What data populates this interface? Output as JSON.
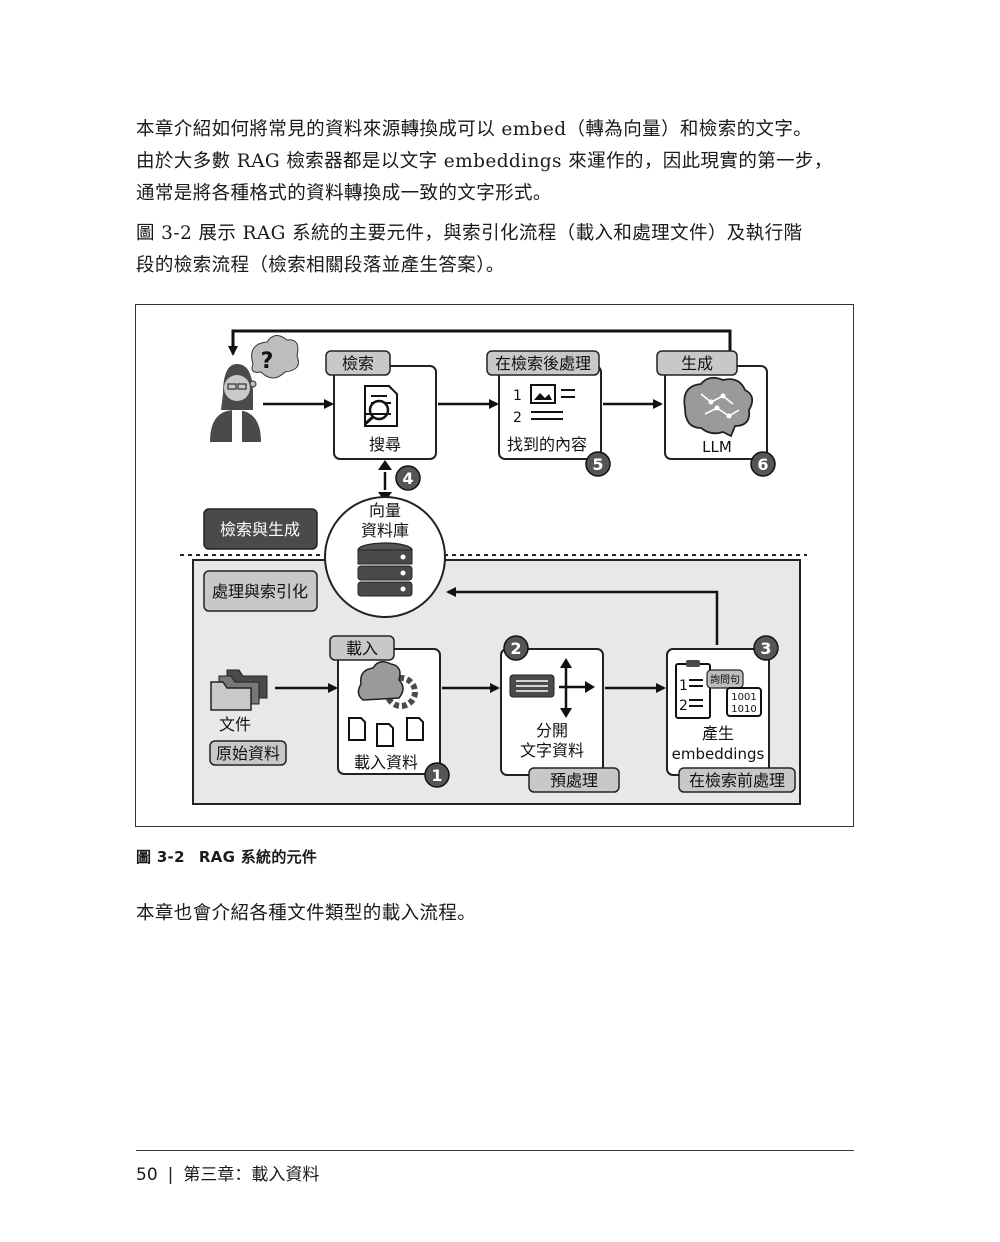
{
  "paragraphs": {
    "p1": [
      "本章介紹如何將常見的資料來源轉換成可以 embed（轉為向量）和檢索的文字。",
      "由於大多數 RAG 檢索器都是以文字 embeddings 來運作的，因此現實的第一步，",
      "通常是將各種格式的資料轉換成一致的文字形式。"
    ],
    "p2": [
      "圖 3-2 展示 RAG 系統的主要元件，與索引化流程（載入和處理文件）及執行階",
      "段的檢索流程（檢索相關段落並產生答案）。"
    ],
    "p3": [
      "本章也會介紹各種文件類型的載入流程。"
    ]
  },
  "figure": {
    "zone_retrieval": "檢索與生成",
    "zone_indexing": "處理與索引化",
    "user_question_mark": "?",
    "retrieve": {
      "tag": "檢索",
      "label": "搜尋"
    },
    "post": {
      "tag": "在檢索後處理",
      "label": "找到的內容",
      "list_1": "1",
      "list_2": "2",
      "step": "5"
    },
    "generate": {
      "tag": "生成",
      "label": "LLM",
      "step": "6"
    },
    "vector_db": {
      "line1": "向量",
      "line2": "資料庫",
      "step": "4"
    },
    "documents": {
      "label": "文件",
      "tag": "原始資料"
    },
    "load": {
      "tag": "載入",
      "label": "載入資料",
      "step": "1"
    },
    "split": {
      "step": "2",
      "line1": "分開",
      "line2": "文字資料",
      "tag": "預處理"
    },
    "embed": {
      "step": "3",
      "list_1": "1",
      "list_2": "2",
      "query_tag": "詢問句",
      "bits_1": "1001",
      "bits_2": "1010",
      "line1": "產生",
      "line2": "embeddings",
      "tag": "在檢索前處理"
    }
  },
  "caption": {
    "number": "圖 3-2",
    "text": "RAG 系統的元件"
  },
  "footer": {
    "page": "50",
    "separator": "|",
    "chapter": "第三章：載入資料"
  },
  "colors": {
    "zone_dark": "#4a4a4a",
    "zone_light": "#e8e8e8",
    "tag_grey": "#c8c8c8",
    "badge": "#555555"
  }
}
